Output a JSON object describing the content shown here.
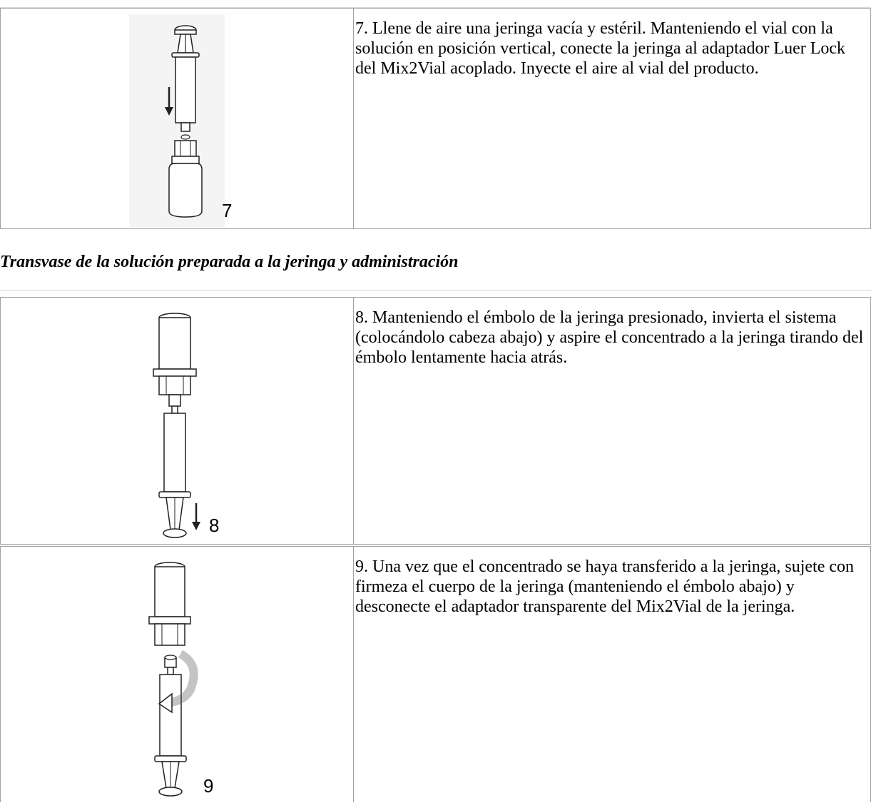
{
  "steps": [
    {
      "number": "7",
      "text": "7. Llene de aire una jeringa vacía y estéril. Manteniendo el vial con la solución en posición vertical, conecte la jeringa al adaptador Luer Lock del Mix2Vial acoplado. Inyecte el aire al vial del producto."
    },
    {
      "number": "8",
      "text": "8. Manteniendo el émbolo de la jeringa presionado, invierta el sistema (colocándolo cabeza abajo) y aspire el concentrado a la jeringa tirando del émbolo lentamente hacia atrás."
    },
    {
      "number": "9",
      "text": "9. Una vez que el concentrado se haya transferido a la jeringa, sujete con firmeza el cuerpo de la jeringa (manteniendo el émbolo abajo) y desconecte el adaptador transparente del Mix2Vial de la jeringa."
    }
  ],
  "section_heading": "Transvase de la solución preparada a la jeringa y administración"
}
